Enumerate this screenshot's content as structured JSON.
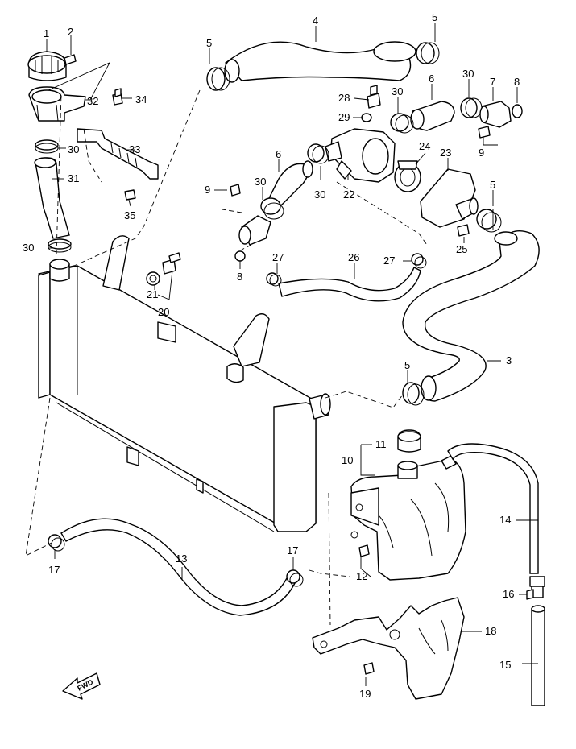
{
  "diagram": {
    "callouts": {
      "c1": "1",
      "c2": "2",
      "c3": "3",
      "c4": "4",
      "c5a": "5",
      "c5b": "5",
      "c5c": "5",
      "c5d": "5",
      "c6a": "6",
      "c6b": "6",
      "c7": "7",
      "c8a": "8",
      "c8b": "8",
      "c9a": "9",
      "c9b": "9",
      "c10": "10",
      "c11": "11",
      "c12": "12",
      "c13": "13",
      "c14": "14",
      "c15": "15",
      "c16": "16",
      "c17a": "17",
      "c17b": "17",
      "c18": "18",
      "c19": "19",
      "c20": "20",
      "c21": "21",
      "c22": "22",
      "c23": "23",
      "c24": "24",
      "c25": "25",
      "c26": "26",
      "c27a": "27",
      "c27b": "27",
      "c28": "28",
      "c29": "29",
      "c30a": "30",
      "c30b": "30",
      "c30c": "30",
      "c30d": "30",
      "c30e": "30",
      "c30f": "30",
      "c31": "31",
      "c32": "32",
      "c33": "33",
      "c34": "34",
      "c35": "35"
    },
    "fwd_label": "FWD"
  }
}
